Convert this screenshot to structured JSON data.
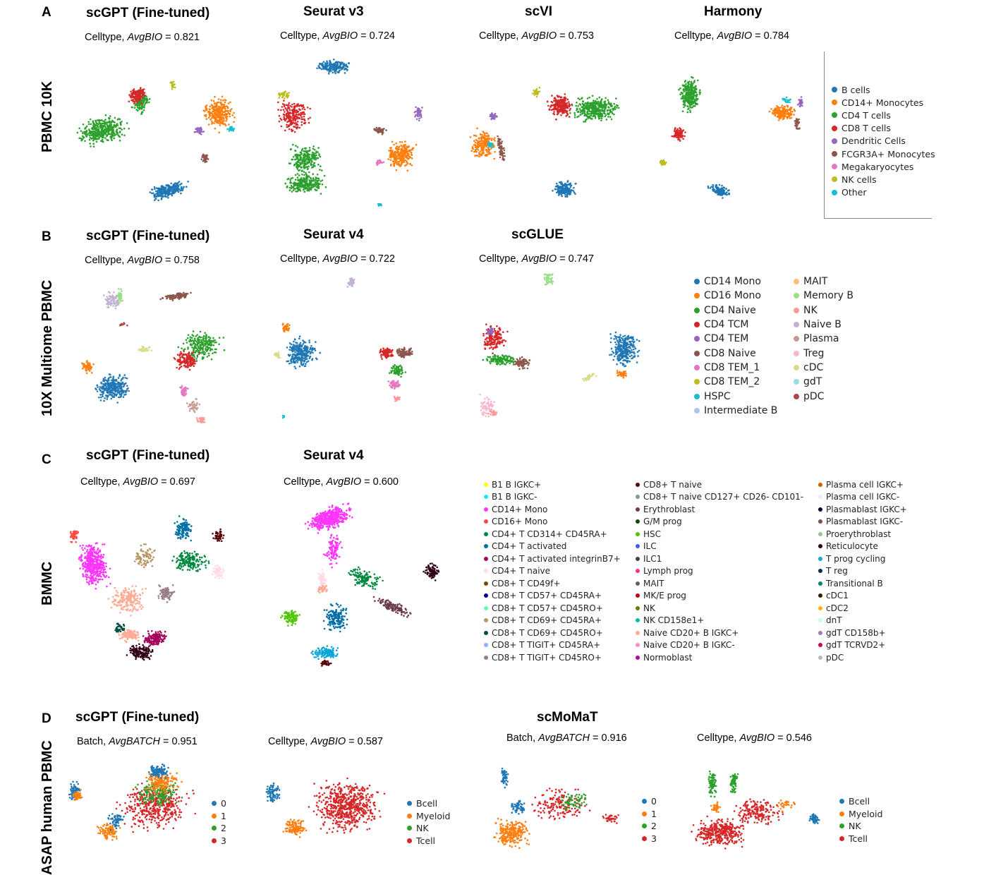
{
  "panels": {
    "A": {
      "letter": "A",
      "row_label": "PBMC 10K",
      "plots": [
        {
          "method": "scGPT (Fine-tuned)",
          "metric_prefix": "Celltype, ",
          "metric_name": "AvgBIO",
          "metric_value": " = 0.821"
        },
        {
          "method": "Seurat v3",
          "metric_prefix": "Celltype, ",
          "metric_name": "AvgBIO",
          "metric_value": " = 0.724"
        },
        {
          "method": "scVI",
          "metric_prefix": "Celltype, ",
          "metric_name": "AvgBIO",
          "metric_value": " = 0.753"
        },
        {
          "method": "Harmony",
          "metric_prefix": "Celltype, ",
          "metric_name": "AvgBIO",
          "metric_value": " = 0.784"
        }
      ],
      "legend": [
        {
          "label": "B cells",
          "color": "#1f77b4"
        },
        {
          "label": "CD14+ Monocytes",
          "color": "#ff7f0e"
        },
        {
          "label": "CD4 T cells",
          "color": "#2ca02c"
        },
        {
          "label": "CD8 T cells",
          "color": "#d62728"
        },
        {
          "label": "Dendritic Cells",
          "color": "#9467bd"
        },
        {
          "label": "FCGR3A+ Monocytes",
          "color": "#8c564b"
        },
        {
          "label": "Megakaryocytes",
          "color": "#e377c2"
        },
        {
          "label": "NK cells",
          "color": "#bcbd22"
        },
        {
          "label": "Other",
          "color": "#17becf"
        }
      ]
    },
    "B": {
      "letter": "B",
      "row_label": "10X Multiome PBMC",
      "plots": [
        {
          "method": "scGPT (Fine-tuned)",
          "metric_prefix": "Celltype, ",
          "metric_name": "AvgBIO",
          "metric_value": " = 0.758"
        },
        {
          "method": "Seurat v4",
          "metric_prefix": "Celltype, ",
          "metric_name": "AvgBIO",
          "metric_value": " = 0.722"
        },
        {
          "method": "scGLUE",
          "metric_prefix": "Celltype, ",
          "metric_name": "AvgBIO",
          "metric_value": " = 0.747"
        }
      ],
      "legend_col1": [
        {
          "label": "CD14 Mono",
          "color": "#1f77b4"
        },
        {
          "label": "CD16 Mono",
          "color": "#ff7f0e"
        },
        {
          "label": "CD4 Naive",
          "color": "#2ca02c"
        },
        {
          "label": "CD4 TCM",
          "color": "#d62728"
        },
        {
          "label": "CD4 TEM",
          "color": "#9467bd"
        },
        {
          "label": "CD8 Naive",
          "color": "#8c564b"
        },
        {
          "label": "CD8 TEM_1",
          "color": "#e377c2"
        },
        {
          "label": "CD8 TEM_2",
          "color": "#bcbd22"
        },
        {
          "label": "HSPC",
          "color": "#17becf"
        },
        {
          "label": "Intermediate B",
          "color": "#aec7e8"
        }
      ],
      "legend_col2": [
        {
          "label": "MAIT",
          "color": "#ffbb78"
        },
        {
          "label": "Memory B",
          "color": "#98df8a"
        },
        {
          "label": "NK",
          "color": "#ff9896"
        },
        {
          "label": "Naive B",
          "color": "#c5b0d5"
        },
        {
          "label": "Plasma",
          "color": "#c49c94"
        },
        {
          "label": "Treg",
          "color": "#f7b6d2"
        },
        {
          "label": "cDC",
          "color": "#dbdb8d"
        },
        {
          "label": "gdT",
          "color": "#9edae5"
        },
        {
          "label": "pDC",
          "color": "#ad494a"
        }
      ]
    },
    "C": {
      "letter": "C",
      "row_label": "BMMC",
      "plots": [
        {
          "method": "scGPT (Fine-tuned)",
          "metric_prefix": "Celltype, ",
          "metric_name": "AvgBIO",
          "metric_value": " = 0.697"
        },
        {
          "method": "Seurat v4",
          "metric_prefix": "Celltype, ",
          "metric_name": "AvgBIO",
          "metric_value": " = 0.600"
        }
      ],
      "legend_col1": [
        {
          "label": "B1 B IGKC+",
          "color": "#ffff00"
        },
        {
          "label": "B1 B IGKC-",
          "color": "#1ce6ff"
        },
        {
          "label": "CD14+ Mono",
          "color": "#ff34ff"
        },
        {
          "label": "CD16+ Mono",
          "color": "#ff4a46"
        },
        {
          "label": "CD4+ T CD314+ CD45RA+",
          "color": "#008941"
        },
        {
          "label": "CD4+ T activated",
          "color": "#006fa6"
        },
        {
          "label": "CD4+ T activated integrinB7+",
          "color": "#a30059"
        },
        {
          "label": "CD4+ T naive",
          "color": "#ffdbe5"
        },
        {
          "label": "CD8+ T CD49f+",
          "color": "#7a4900"
        },
        {
          "label": "CD8+ T CD57+ CD45RA+",
          "color": "#0000a6"
        },
        {
          "label": "CD8+ T CD57+ CD45RO+",
          "color": "#63ffac"
        },
        {
          "label": "CD8+ T CD69+ CD45RA+",
          "color": "#b79762"
        },
        {
          "label": "CD8+ T CD69+ CD45RO+",
          "color": "#004d43"
        },
        {
          "label": "CD8+ T TIGIT+ CD45RA+",
          "color": "#8fb0ff"
        },
        {
          "label": "CD8+ T TIGIT+ CD45RO+",
          "color": "#997d87"
        }
      ],
      "legend_col2": [
        {
          "label": "CD8+ T naive",
          "color": "#5a0007"
        },
        {
          "label": "CD8+ T naive CD127+ CD26- CD101-",
          "color": "#809693"
        },
        {
          "label": "Erythroblast",
          "color": "#6a3a4c"
        },
        {
          "label": "G/M prog",
          "color": "#1b4400"
        },
        {
          "label": "HSC",
          "color": "#4fc601"
        },
        {
          "label": "ILC",
          "color": "#3b5dff"
        },
        {
          "label": "ILC1",
          "color": "#4a3b53"
        },
        {
          "label": "Lymph prog",
          "color": "#ff2f80"
        },
        {
          "label": "MAIT",
          "color": "#61615a"
        },
        {
          "label": "MK/E prog",
          "color": "#ba0900"
        },
        {
          "label": "NK",
          "color": "#6b7900"
        },
        {
          "label": "NK CD158e1+",
          "color": "#00c2a0"
        },
        {
          "label": "Naive CD20+ B IGKC+",
          "color": "#ffaa92"
        },
        {
          "label": "Naive CD20+ B IGKC-",
          "color": "#ff90c9"
        },
        {
          "label": "Normoblast",
          "color": "#b903aa"
        }
      ],
      "legend_col3": [
        {
          "label": "Plasma cell IGKC+",
          "color": "#d16100"
        },
        {
          "label": "Plasma cell IGKC-",
          "color": "#ddefff"
        },
        {
          "label": "Plasmablast IGKC+",
          "color": "#000035"
        },
        {
          "label": "Plasmablast IGKC-",
          "color": "#7b4f4b"
        },
        {
          "label": "Proerythroblast",
          "color": "#a1c299"
        },
        {
          "label": "Reticulocyte",
          "color": "#300018"
        },
        {
          "label": "T prog cycling",
          "color": "#0aa6d8"
        },
        {
          "label": "T reg",
          "color": "#013349"
        },
        {
          "label": "Transitional B",
          "color": "#00846f"
        },
        {
          "label": "cDC1",
          "color": "#372101"
        },
        {
          "label": "cDC2",
          "color": "#ffb500"
        },
        {
          "label": "dnT",
          "color": "#c2ffed"
        },
        {
          "label": "gdT CD158b+",
          "color": "#a079bf"
        },
        {
          "label": "gdT TCRVD2+",
          "color": "#cc0744"
        },
        {
          "label": "pDC",
          "color": "#c0b9b2"
        }
      ]
    },
    "D": {
      "letter": "D",
      "row_label": "ASAP human PBMC",
      "groups": [
        {
          "method": "scGPT (Fine-tuned)"
        },
        {
          "method": "scMoMaT"
        }
      ],
      "plots": [
        {
          "metric_prefix": "Batch, ",
          "metric_name": "AvgBATCH",
          "metric_value": " = 0.951"
        },
        {
          "metric_prefix": "Celltype, ",
          "metric_name": "AvgBIO",
          "metric_value": " = 0.587"
        },
        {
          "metric_prefix": "Batch, ",
          "metric_name": "AvgBATCH",
          "metric_value": " = 0.916"
        },
        {
          "metric_prefix": "Celltype, ",
          "metric_name": "AvgBIO",
          "metric_value": " = 0.546"
        }
      ],
      "batch_legend": [
        {
          "label": "0",
          "color": "#1f77b4"
        },
        {
          "label": "1",
          "color": "#ff7f0e"
        },
        {
          "label": "2",
          "color": "#2ca02c"
        },
        {
          "label": "3",
          "color": "#d62728"
        }
      ],
      "celltype_legend": [
        {
          "label": "Bcell",
          "color": "#1f77b4"
        },
        {
          "label": "Myeloid",
          "color": "#ff7f0e"
        },
        {
          "label": "NK",
          "color": "#2ca02c"
        },
        {
          "label": "Tcell",
          "color": "#d62728"
        }
      ]
    }
  }
}
